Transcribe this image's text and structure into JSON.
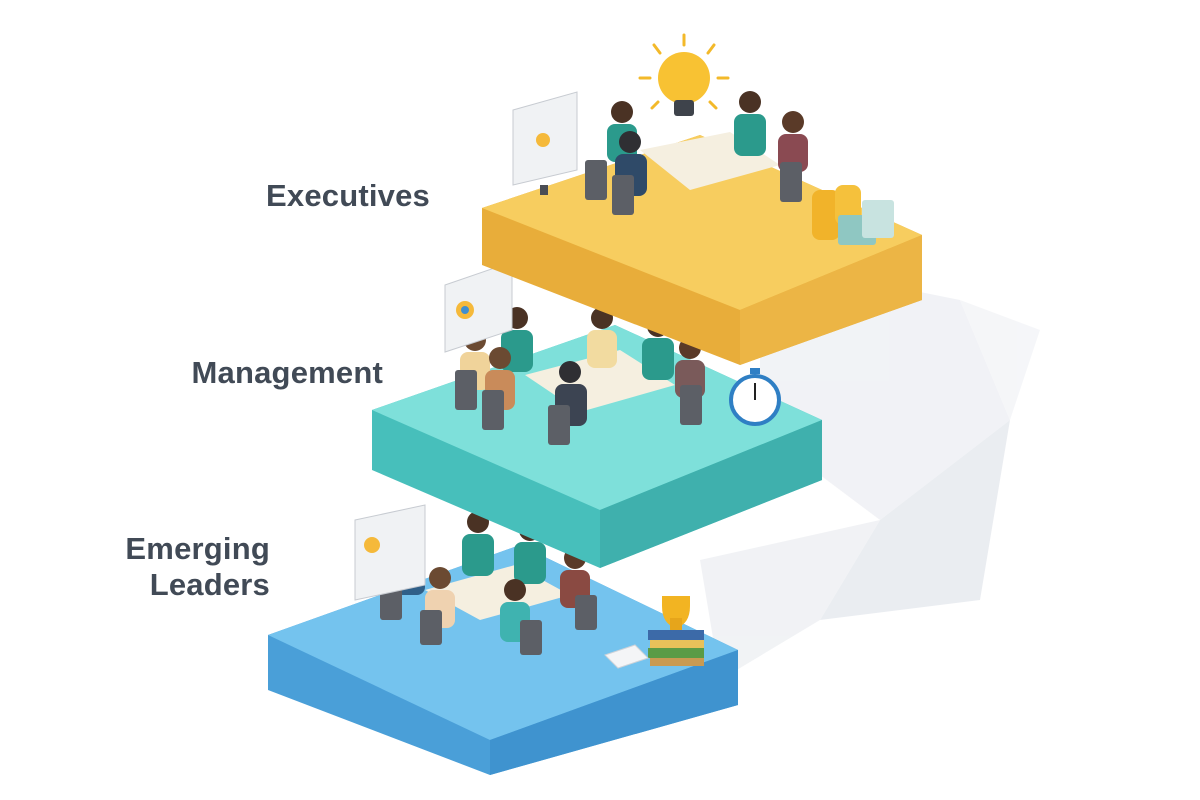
{
  "diagram": {
    "type": "isometric-tier-pyramid",
    "tiers": [
      {
        "label": "Executives",
        "color": "#f6c34f",
        "color_side": "#e8ad3a",
        "icon": "lightbulb-icon",
        "prop": "coins-and-cash-icon"
      },
      {
        "label": "Management",
        "color": "#6fd9d3",
        "color_side": "#47bfbb",
        "icon": "presentation-board-icon",
        "prop": "clock-icon"
      },
      {
        "label": "Emerging Leaders",
        "label_lines": [
          "Emerging",
          "Leaders"
        ],
        "color": "#6cbfec",
        "color_side": "#4a9fd8",
        "icon": "presentation-board-icon",
        "prop": "trophy-icon"
      }
    ]
  },
  "labels": {
    "executives": "Executives",
    "management": "Management",
    "emerging_line1": "Emerging",
    "emerging_line2": "Leaders"
  }
}
